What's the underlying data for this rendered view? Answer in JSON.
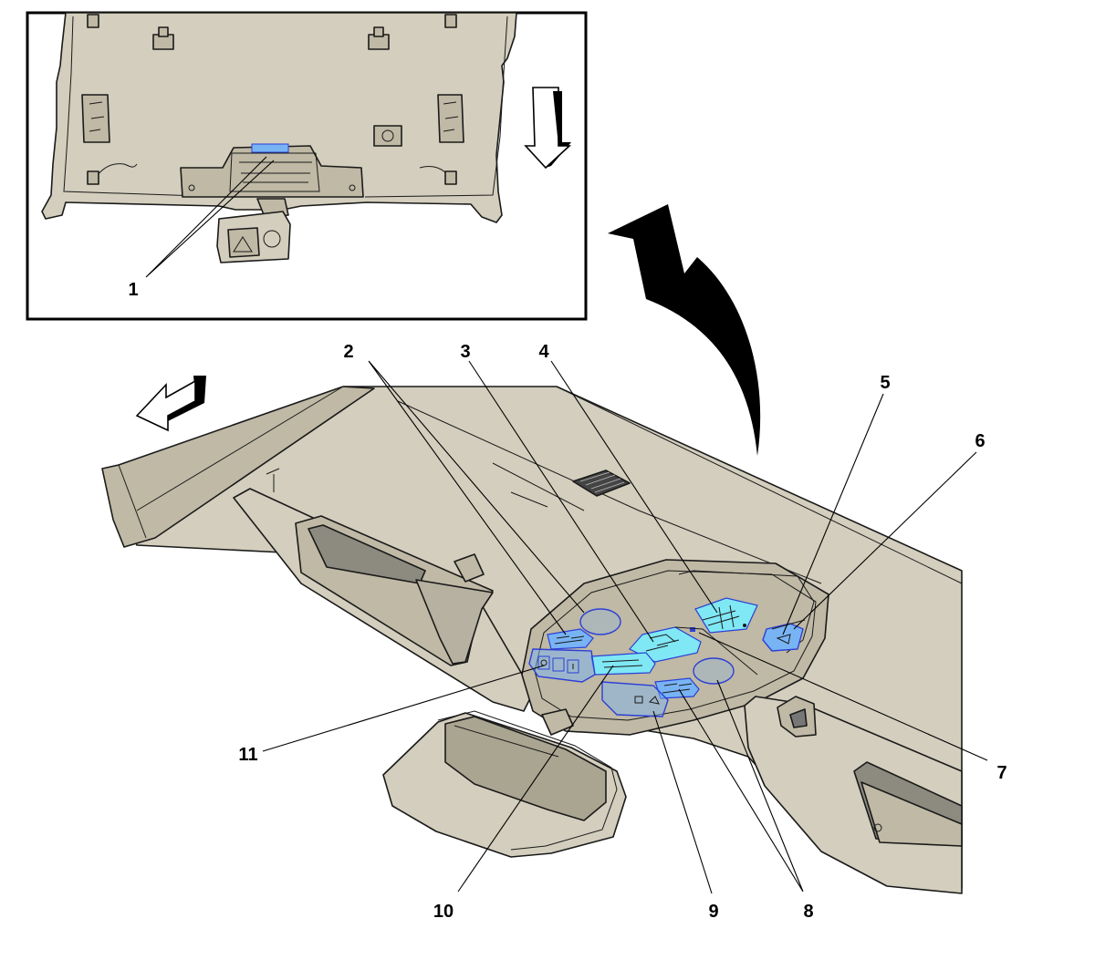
{
  "colors": {
    "headliner": "#d3cebd",
    "headliner_dark": "#bfb9a5",
    "highlight": "#78b4f4",
    "highlight_cyan": "#7fe8f4",
    "highlight_stroke": "#2d3fd6",
    "outline": "#1a1a1a",
    "arrow_fill": "#000000"
  },
  "callouts": {
    "c1": "1",
    "c2": "2",
    "c3": "3",
    "c4": "4",
    "c5": "5",
    "c6": "6",
    "c7": "7",
    "c8": "8",
    "c9": "9",
    "c10": "10",
    "c11": "11"
  },
  "icons": {
    "view_direction": "down-arrow-icon",
    "forward_direction": "forward-arrow-icon",
    "detail_relation": "curved-arrow-icon"
  }
}
